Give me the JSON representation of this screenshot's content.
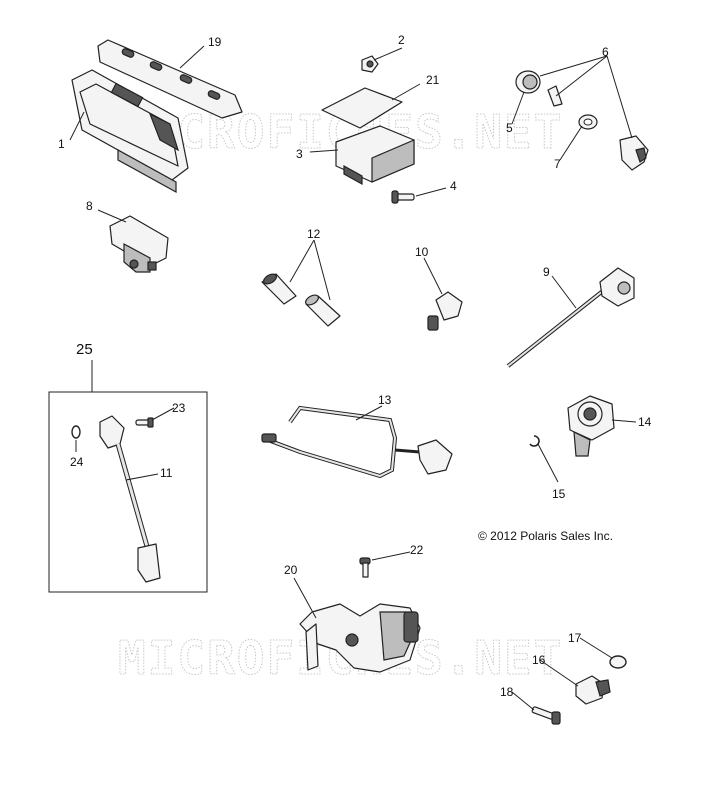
{
  "watermark": "MICROFICHES.NET",
  "copyright": "© 2012 Polaris Sales Inc.",
  "callouts": {
    "c1": "1",
    "c2": "2",
    "c3": "3",
    "c4": "4",
    "c5": "5",
    "c6": "6",
    "c7": "7",
    "c8": "8",
    "c9": "9",
    "c10": "10",
    "c11": "11",
    "c12": "12",
    "c13": "13",
    "c14": "14",
    "c15": "15",
    "c16": "16",
    "c17": "17",
    "c18": "18",
    "c19": "19",
    "c20": "20",
    "c21": "21",
    "c22": "22",
    "c23": "23",
    "c24": "24",
    "c25": "25"
  }
}
